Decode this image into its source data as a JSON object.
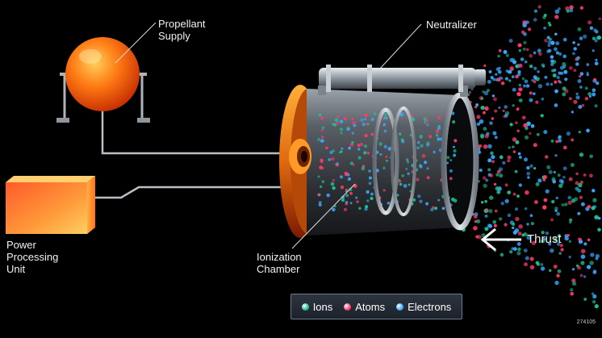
{
  "labels": {
    "propellant": "Propellant\nSupply",
    "neutralizer": "Neutralizer",
    "power": "Power\nProcessing\nUnit",
    "ionization": "Ionization\nChamber",
    "thrust": "Thrust"
  },
  "legend": [
    {
      "label": "Ions",
      "color": "#1fbf8f"
    },
    {
      "label": "Atoms",
      "color": "#ff3a6a"
    },
    {
      "label": "Electrons",
      "color": "#3aa7ff"
    }
  ],
  "figure_code": "274105"
}
